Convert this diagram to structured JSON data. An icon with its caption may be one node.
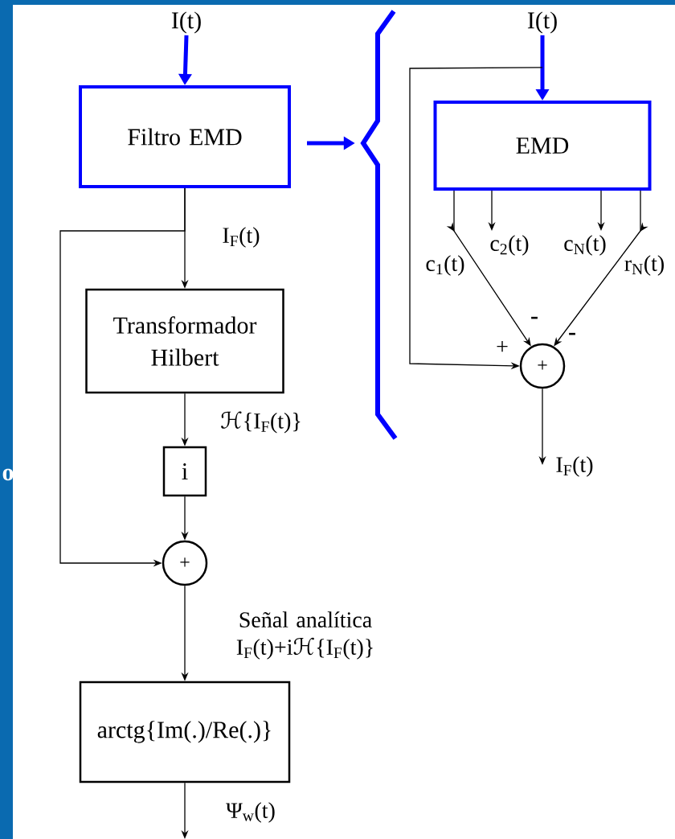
{
  "diagram": {
    "nodes": [
      {
        "text": [
          "I(t)"
        ]
      },
      {
        "text": [
          "Filtro EMD"
        ]
      },
      {
        "text": [
          "Transformador Hilbert"
        ]
      },
      {
        "text": [
          "i"
        ]
      },
      {
        "text": [
          "+"
        ]
      },
      {
        "text": [
          "arctg{Im(.)/Re(.)}"
        ]
      },
      {
        "text": [],
        "shape": "bracket"
      },
      {
        "text": [
          "I(t)"
        ]
      },
      {
        "text": [
          "EMD"
        ]
      },
      {
        "text": [
          "+"
        ]
      }
    ],
    "edges": [
      {
        "from": 0,
        "to": 1,
        "arrow": "to",
        "style": "thick",
        "color": "#0000ff"
      },
      {
        "from": 1,
        "to": 2,
        "arrow": "to",
        "label": "I$_{F}$(t)"
      },
      {
        "from": 1,
        "to": 4,
        "arrow": "to"
      },
      {
        "from": 2,
        "to": 3,
        "arrow": "to",
        "label": "ℋ{I$_{F}$(t)}"
      },
      {
        "from": 3,
        "to": 4,
        "arrow": "to"
      },
      {
        "from": 4,
        "to": 5,
        "arrow": "to",
        "label": "Señal analítica I$_{F}$(t)+iℋ{I$_{F}$(t)}"
      },
      {
        "from": 5,
        "to": null,
        "arrow": "to",
        "label": "Ψ$_{w}$(t)"
      },
      {
        "from": 1,
        "to": 6,
        "arrow": "to",
        "style": "thick",
        "color": "#0000ff"
      },
      {
        "from": 7,
        "to": 8,
        "arrow": "to",
        "style": "thick",
        "color": "#0000ff"
      },
      {
        "from": 7,
        "to": 9,
        "arrow": "to",
        "label": "+"
      },
      {
        "from": 8,
        "to": 9,
        "arrow": "to",
        "label": "c$_{1}$(t)"
      },
      {
        "from": 8,
        "to": null,
        "arrow": "to",
        "label": "c$_{2}$(t)"
      },
      {
        "from": 8,
        "to": null,
        "arrow": "to",
        "label": "c$_{N}$(t)"
      },
      {
        "from": 8,
        "to": 9,
        "arrow": "to",
        "label": "r$_{N}$(t)"
      },
      {
        "from": 9,
        "to": null,
        "arrow": "to",
        "label": "I$_{F}$(t)"
      }
    ],
    "labels": [
      "-",
      "-",
      "o"
    ]
  }
}
